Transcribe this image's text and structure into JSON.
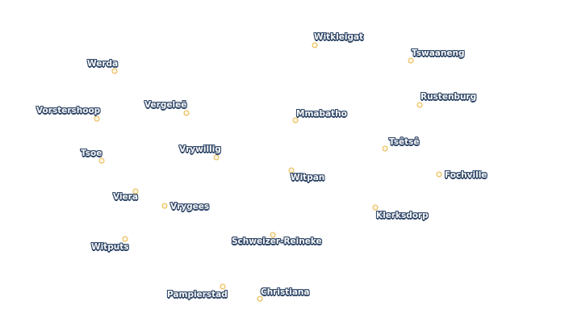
{
  "map": {
    "colors": {
      "background": "#ffffff",
      "label_text": "#f7f7f7",
      "label_halo": "#2d4567",
      "marker_fill": "#fff7e2",
      "marker_stroke": "#e7b54a"
    },
    "places": [
      {
        "id": "witkleigat",
        "name": "Witkleigat"
      },
      {
        "id": "tswaaneng",
        "name": "Tswaaneng"
      },
      {
        "id": "werda",
        "name": "Werda"
      },
      {
        "id": "rustenburg",
        "name": "Rustenburg"
      },
      {
        "id": "vergelee",
        "name": "Vergeleë"
      },
      {
        "id": "vorstershoop",
        "name": "Vorstershoop"
      },
      {
        "id": "mmabatho",
        "name": "Mmabatho"
      },
      {
        "id": "tsetse",
        "name": "Tsêtsê"
      },
      {
        "id": "tsoe",
        "name": "Tsoe"
      },
      {
        "id": "vrywillig",
        "name": "Vrywillig"
      },
      {
        "id": "fochville",
        "name": "Fochville"
      },
      {
        "id": "witpan",
        "name": "Witpan"
      },
      {
        "id": "viera",
        "name": "Viera"
      },
      {
        "id": "vrygees",
        "name": "Vrygees"
      },
      {
        "id": "klerksdorp",
        "name": "Klerksdorp"
      },
      {
        "id": "schweizer-reineke",
        "name": "Schweizer-Reineke"
      },
      {
        "id": "witputs",
        "name": "Witputs"
      },
      {
        "id": "pampierstad",
        "name": "Pampierstad"
      },
      {
        "id": "christiana",
        "name": "Christiana"
      }
    ]
  }
}
